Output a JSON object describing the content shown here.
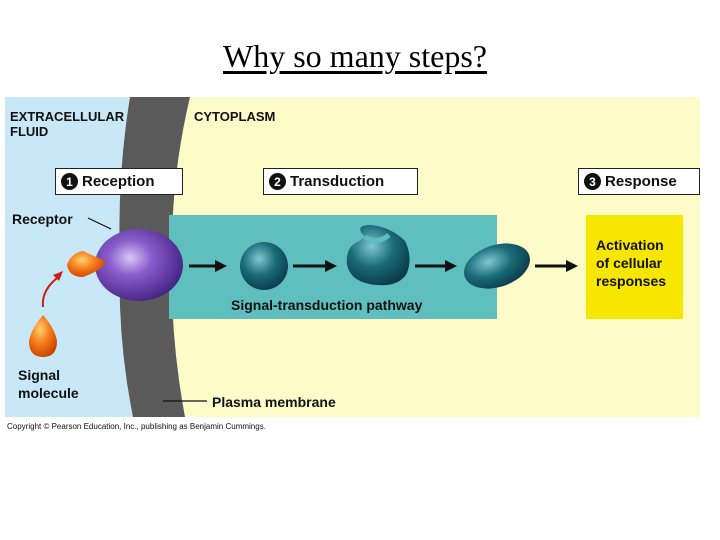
{
  "slide": {
    "title": "Why so many steps?"
  },
  "figure": {
    "regions": {
      "extracellular": "EXTRACELLULAR\nFLUID",
      "cytoplasm": "CYTOPLASM"
    },
    "steps": [
      {
        "number": "1",
        "label": "Reception"
      },
      {
        "number": "2",
        "label": "Transduction"
      },
      {
        "number": "3",
        "label": "Response"
      }
    ],
    "labels": {
      "receptor": "Receptor",
      "signal_molecule": "Signal\nmolecule",
      "pathway": "Signal-transduction pathway",
      "response": "Activation\nof cellular\nresponses",
      "membrane": "Plasma membrane"
    },
    "colors": {
      "extracellular_fluid": "#c8e8f8",
      "cytoplasm": "#fdfbc8",
      "membrane": "#5a5a5a",
      "pathway_band": "#5fbfbf",
      "response_box": "#f7e600",
      "receptor": "#5a2ca0",
      "signal_molecule": "#f06a10",
      "relay_molecule": "#1a6a78"
    },
    "credit": "Copyright © Pearson Education, Inc., publishing as Benjamin Cummings."
  }
}
